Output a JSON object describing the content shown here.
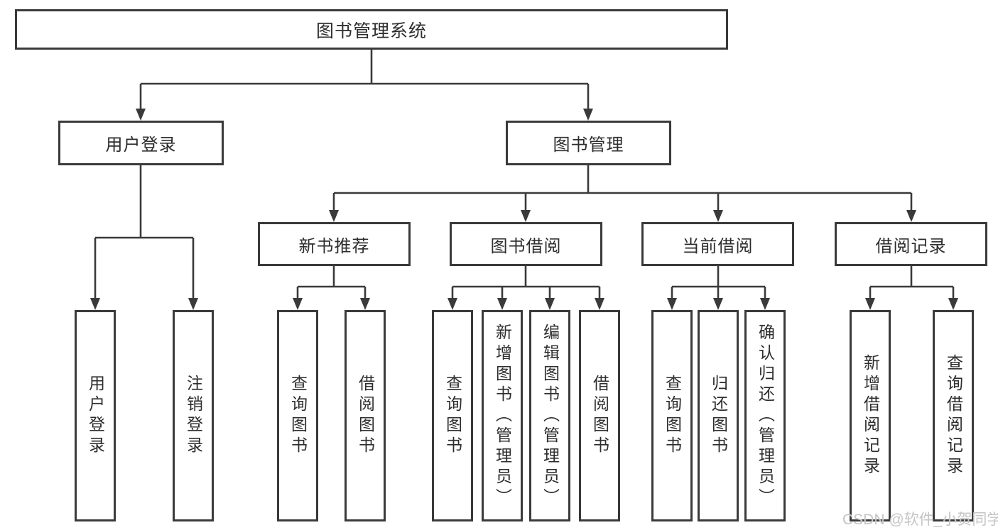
{
  "tree": {
    "root": {
      "label": "图书管理系统",
      "children": [
        {
          "label": "用户登录",
          "children": [
            {
              "label": "用户登录"
            },
            {
              "label": "注销登录"
            }
          ]
        },
        {
          "label": "图书管理",
          "children": [
            {
              "label": "新书推荐",
              "children": [
                {
                  "label": "查询图书"
                },
                {
                  "label": "借阅图书"
                }
              ]
            },
            {
              "label": "图书借阅",
              "children": [
                {
                  "label": "查询图书"
                },
                {
                  "label": "新增图书（管理员）"
                },
                {
                  "label": "编辑图书（管理员）"
                },
                {
                  "label": "借阅图书"
                }
              ]
            },
            {
              "label": "当前借阅",
              "children": [
                {
                  "label": "查询图书"
                },
                {
                  "label": "归还图书"
                },
                {
                  "label": "确认归还（管理员）"
                }
              ]
            },
            {
              "label": "借阅记录",
              "children": [
                {
                  "label": "新增借阅记录"
                },
                {
                  "label": "查询借阅记录"
                }
              ]
            }
          ]
        }
      ]
    }
  },
  "watermark": {
    "text": "CSDN @软件_小贺同学"
  },
  "colors": {
    "line": "#3a3a3a",
    "text": "#2d2d2d",
    "watermark": "#c4c4c4",
    "background": "#ffffff"
  }
}
